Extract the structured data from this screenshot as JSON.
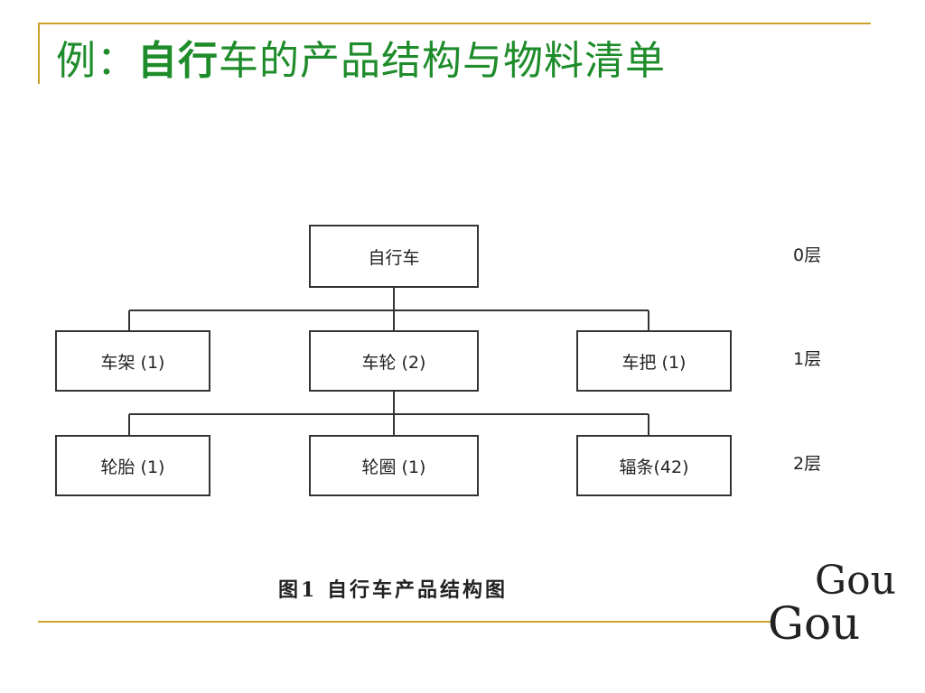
{
  "slide": {
    "title_prefix": "例：",
    "title_bold": "自行",
    "title_rest": "车的产品结构与物料清单"
  },
  "diagram": {
    "root": {
      "label": "自行车"
    },
    "level1": [
      {
        "label": "车架 (1)"
      },
      {
        "label": "车轮 (2)"
      },
      {
        "label": "车把 (1)"
      }
    ],
    "level2": [
      {
        "label": "轮胎 (1)"
      },
      {
        "label": "轮圈 (1)"
      },
      {
        "label": "辐条(42)"
      }
    ],
    "levels": [
      "0层",
      "1层",
      "2层"
    ],
    "caption": "图1 自行车产品结构图"
  },
  "logo": {
    "line1": "Gou",
    "line2": "Gou"
  },
  "colors": {
    "accent": "#c9a227",
    "title": "#1e8c2a"
  }
}
